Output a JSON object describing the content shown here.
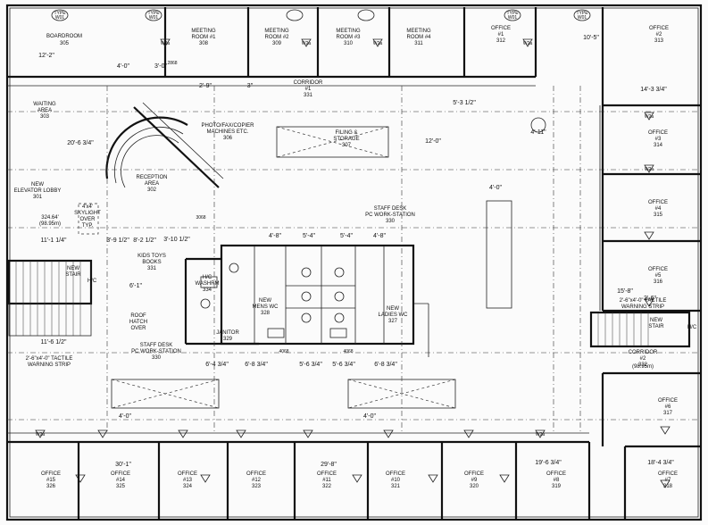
{
  "rooms": [
    {
      "id": "boardroom",
      "lines": [
        "BOARDROOM",
        "305"
      ]
    },
    {
      "id": "meeting1",
      "lines": [
        "MEETING",
        "ROOM #1",
        "308"
      ]
    },
    {
      "id": "meeting2",
      "lines": [
        "MEETING",
        "ROOM #2",
        "309"
      ]
    },
    {
      "id": "meeting3",
      "lines": [
        "MEETING",
        "ROOM #3",
        "310"
      ]
    },
    {
      "id": "meeting4",
      "lines": [
        "MEETING",
        "ROOM #4",
        "311"
      ]
    },
    {
      "id": "office1",
      "lines": [
        "OFFICE",
        "#1",
        "312"
      ]
    },
    {
      "id": "office2",
      "lines": [
        "OFFICE",
        "#2",
        "313"
      ]
    },
    {
      "id": "office3",
      "lines": [
        "OFFICE",
        "#3",
        "314"
      ]
    },
    {
      "id": "office4",
      "lines": [
        "OFFICE",
        "#4",
        "315"
      ]
    },
    {
      "id": "office5",
      "lines": [
        "OFFICE",
        "#5",
        "316"
      ]
    },
    {
      "id": "office6",
      "lines": [
        "OFFICE",
        "#6",
        "317"
      ]
    },
    {
      "id": "office7",
      "lines": [
        "OFFICE",
        "#7",
        "318"
      ]
    },
    {
      "id": "office8",
      "lines": [
        "OFFICE",
        "#8",
        "319"
      ]
    },
    {
      "id": "office9",
      "lines": [
        "OFFICE",
        "#9",
        "320"
      ]
    },
    {
      "id": "office10",
      "lines": [
        "OFFICE",
        "#10",
        "321"
      ]
    },
    {
      "id": "office11",
      "lines": [
        "OFFICE",
        "#11",
        "322"
      ]
    },
    {
      "id": "office12",
      "lines": [
        "OFFICE",
        "#12",
        "323"
      ]
    },
    {
      "id": "office13",
      "lines": [
        "OFFICE",
        "#13",
        "324"
      ]
    },
    {
      "id": "office14",
      "lines": [
        "OFFICE",
        "#14",
        "325"
      ]
    },
    {
      "id": "office15",
      "lines": [
        "OFFICE",
        "#15",
        "326"
      ]
    },
    {
      "id": "waiting",
      "lines": [
        "WAITING",
        "AREA",
        "303"
      ]
    },
    {
      "id": "corridor1",
      "lines": [
        "CORRIDOR",
        "#1",
        "331"
      ]
    },
    {
      "id": "corridor2",
      "lines": [
        "CORRIDOR",
        "#2",
        "332"
      ]
    },
    {
      "id": "photo",
      "lines": [
        "PHOTO/FAX/COPIER",
        "MACHINES ETC.",
        "306"
      ]
    },
    {
      "id": "filing",
      "lines": [
        "FILING &",
        "STORAGE",
        "307"
      ]
    },
    {
      "id": "reception",
      "lines": [
        "RECEPTION",
        "AREA",
        "302"
      ]
    },
    {
      "id": "elevator",
      "lines": [
        "NEW",
        "ELEVATOR LOBBY",
        "301"
      ]
    },
    {
      "id": "staff_desk_top",
      "lines": [
        "STAFF DESK",
        "PC WORK-STATION",
        "330"
      ]
    },
    {
      "id": "staff_desk_left",
      "lines": [
        "STAFF DESK",
        "PC WORK-STATION",
        "330"
      ]
    },
    {
      "id": "kids_toys",
      "lines": [
        "KIDS TOYS",
        "BOOKS",
        "331"
      ]
    },
    {
      "id": "washrm",
      "lines": [
        "H/C",
        "WASHRM",
        "334"
      ]
    },
    {
      "id": "mens",
      "lines": [
        "NEW",
        "MENS WC",
        "328"
      ]
    },
    {
      "id": "ladies",
      "lines": [
        "NEW",
        "LADIES WC",
        "327"
      ]
    },
    {
      "id": "janitor",
      "lines": [
        "JANITOR",
        "329"
      ]
    },
    {
      "id": "roof_hatch",
      "lines": [
        "ROOF",
        "HATCH",
        "OVER"
      ]
    },
    {
      "id": "skylight",
      "lines": [
        "4'x4'",
        "SKYLIGHT",
        "OVER",
        "TYP."
      ]
    },
    {
      "id": "stair_left",
      "lines": [
        "NEW",
        "STAIR"
      ]
    },
    {
      "id": "stair_right",
      "lines": [
        "NEW",
        "STAIR"
      ]
    },
    {
      "id": "tactile_left",
      "lines": [
        "2'-6\"x4'-0\" TACTILE",
        "WARNING STRIP"
      ]
    },
    {
      "id": "tactile_right",
      "lines": [
        "2'-6\"x4'-0\" TACTILE",
        "WARNING STRIP"
      ]
    },
    {
      "id": "hc_left",
      "lines": [
        "H/C"
      ]
    },
    {
      "id": "hc_right",
      "lines": [
        "H/C"
      ]
    },
    {
      "id": "area",
      "lines": [
        "324.64'",
        "(98.95m)"
      ]
    },
    {
      "id": "area_right",
      "lines": [
        "(98.95m)"
      ]
    }
  ],
  "dimensions": {
    "d_12_2": "12'-2\"",
    "d_4_0a": "4'-0\"",
    "d_3_0": "3'-0\"",
    "d_2_9": "2'-9\"",
    "d_3": "3\"",
    "d_10_5": "10'-5\"",
    "d_14_3": "14'-3 3/4\"",
    "d_20_6": "20'-6 3/4\"",
    "d_5_3": "5'-3 1/2\"",
    "d_12_0": "12'-0\"",
    "d_4_0b": "4'-0\"",
    "d_3_9": "3'-9 1/2\"",
    "d_8_2": "8'-2 1/2\"",
    "d_3_10": "3'-10 1/2\"",
    "d_11_1": "11'-1 1/4\"",
    "d_4_8a": "4'-8\"",
    "d_5_4a": "5'-4\"",
    "d_5_4b": "5'-4\"",
    "d_4_8b": "4'-8\"",
    "d_15_8": "15'-8\"",
    "d_11_6": "11'-6 1/2\"",
    "d_6_4": "6'-4 3/4\"",
    "d_6_8a": "6'-8 3/4\"",
    "d_5_6a": "5'-6 3/4\"",
    "d_5_6b": "5'-6 3/4\"",
    "d_6_8b": "6'-8 3/4\"",
    "d_30_1": "30'-1\"",
    "d_29_8": "29'-8\"",
    "d_19_6": "19'-6 3/4\"",
    "d_18_4": "18'-4 3/4\"",
    "d_2_6": "2'-6\"",
    "d_4_0c": "4'-0\"",
    "d_4_0d": "4'-0\"",
    "d_4_11": "4'-11\"",
    "d_6_1": "6'-1\""
  },
  "door_tags": [
    "2868",
    "3068",
    "4068",
    "4068",
    "W2a",
    "W2a",
    "W2a",
    "W2a",
    "W2a",
    "W2a",
    "W2a",
    "W2a"
  ],
  "type_tags": [
    "TYPE",
    "W01",
    "TYPE",
    "W01",
    "TYPE",
    "W01",
    "TYPE",
    "W01"
  ]
}
